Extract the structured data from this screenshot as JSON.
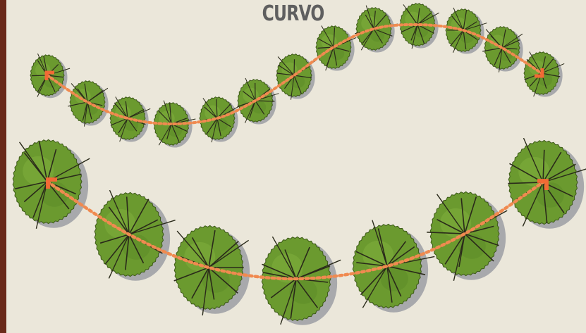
{
  "title": "CURVO",
  "colors": {
    "background": "#ebe7da",
    "border": "#6a2a1a",
    "title": "#5f5f5f",
    "canopy": "#6b9a2f",
    "canopy_outline": "#3d5a18",
    "branches": "#2a2a1a",
    "shadow": "#a8a9ac",
    "path": "#f08a50",
    "arrow": "#f26a35"
  },
  "rows": [
    {
      "name": "top-row",
      "tree_count": 13
    },
    {
      "name": "bottom-row",
      "tree_count": 7
    }
  ]
}
